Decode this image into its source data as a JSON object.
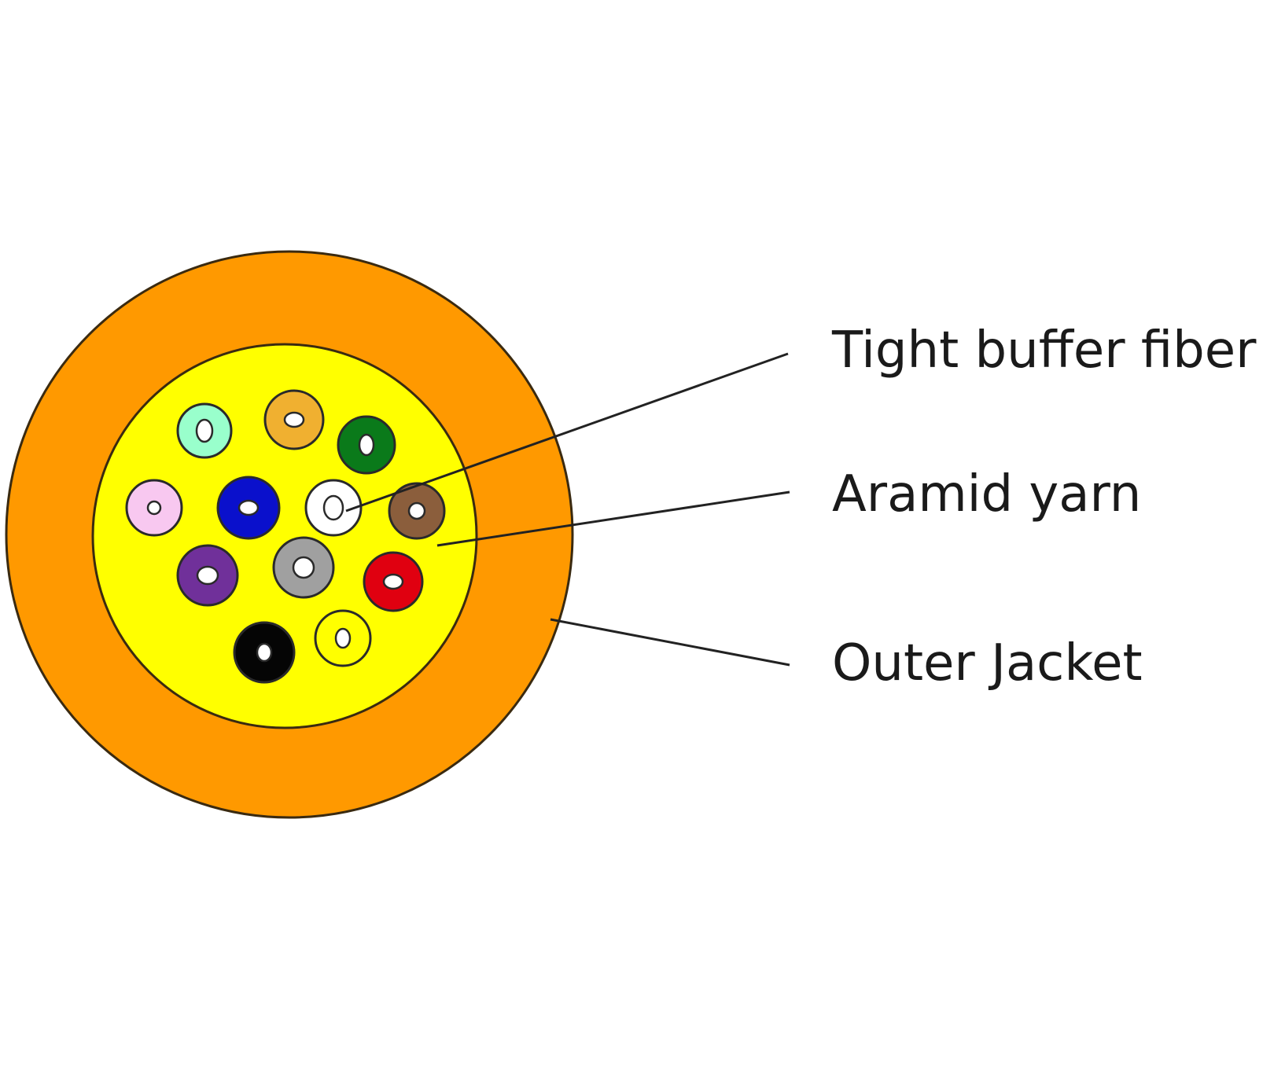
{
  "labels": {
    "tight_buffer_fiber": "Tight buffer fiber",
    "aramid_yarn": "Aramid yarn",
    "outer_jacket": "Outer Jacket"
  },
  "colors": {
    "outer_jacket": "#FF9900",
    "aramid_yarn": "#FFFF00",
    "outline": "#3a2a10",
    "leader_line": "#222222"
  },
  "fibers": [
    {
      "name": "aqua",
      "color": "#99FFCC"
    },
    {
      "name": "orange",
      "color": "#F0B030"
    },
    {
      "name": "green",
      "color": "#0A7A1A"
    },
    {
      "name": "rose",
      "color": "#F8C8F0"
    },
    {
      "name": "blue",
      "color": "#0A10CC"
    },
    {
      "name": "white",
      "color": "#FFFFFF"
    },
    {
      "name": "brown",
      "color": "#8B5E3C"
    },
    {
      "name": "violet",
      "color": "#70309A"
    },
    {
      "name": "slate",
      "color": "#A0A0A0"
    },
    {
      "name": "red",
      "color": "#E00010"
    },
    {
      "name": "black",
      "color": "#050505"
    },
    {
      "name": "yellow",
      "color": "#FFFF00"
    }
  ]
}
